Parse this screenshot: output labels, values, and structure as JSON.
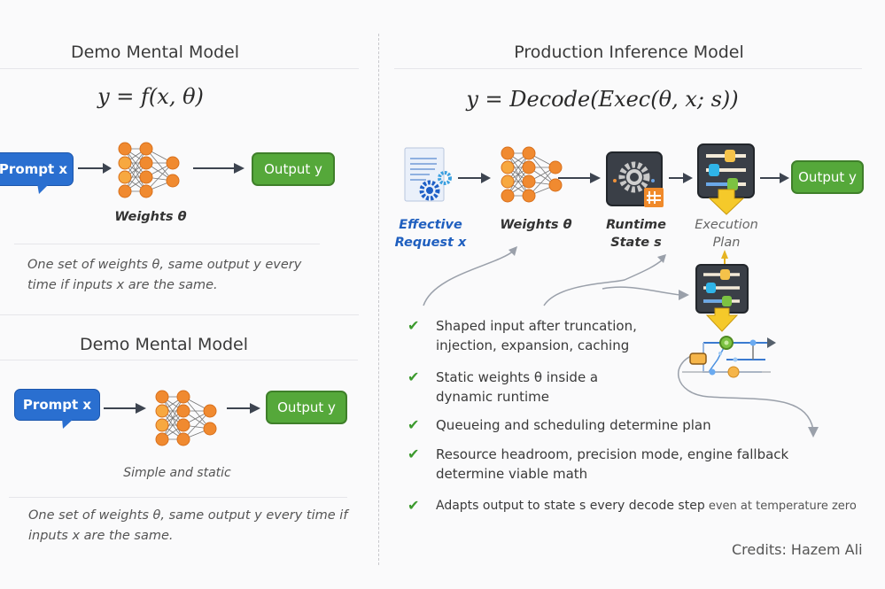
{
  "left": {
    "top_section": {
      "title": "Demo Mental Model",
      "formula": "y = f(x, θ)",
      "prompt_label": "Prompt x",
      "output_label": "Output  y",
      "weights_label": "Weights θ",
      "description": "One set of weights θ, same output y every time if inputs x are the same."
    },
    "bottom_section": {
      "title": "Demo Mental Model",
      "prompt_label": "Prompt  x",
      "output_label": "Output  y",
      "caption": "Simple and static",
      "description": "One set of weights θ, same output y every time if inputs x are the same."
    }
  },
  "right": {
    "title": "Production Inference Model",
    "formula": "y = Decode(Exec(θ, x; s))",
    "pipeline": [
      {
        "id": "effective-request",
        "label_line1": "Effective",
        "label_line2": "Request x",
        "icon": "document-gears-icon",
        "color": "#1f5fbf"
      },
      {
        "id": "weights",
        "label_line1": "Weights θ",
        "label_line2": "",
        "icon": "neural-network-icon",
        "color": "#333333"
      },
      {
        "id": "runtime-state",
        "label_line1": "Runtime",
        "label_line2": "State s",
        "icon": "gear-chip-icon",
        "color": "#333333"
      },
      {
        "id": "execution-plan",
        "label_line1": "Execution",
        "label_line2": "Plan",
        "icon": "sliders-icon",
        "color": "#666666"
      },
      {
        "id": "output",
        "label_line1": "Output y",
        "label_line2": "",
        "icon": "output-box",
        "color": "#ffffff"
      }
    ],
    "checklist": [
      {
        "line1": "Shaped input after truncation,",
        "line2": "injection, expansion, caching"
      },
      {
        "line1": "Static weights θ inside a",
        "line2": "dynamic runtime"
      },
      {
        "line1": "Queueing and scheduling determine plan",
        "line2": ""
      },
      {
        "line1": "Resource headroom, precision mode, engine fallback",
        "line2": "determine viable math"
      },
      {
        "line1": "Adapts output to state s every decode step",
        "line1_suffix": " even at temperature zero",
        "line2": ""
      }
    ],
    "credits": "Credits: Hazem Ali"
  },
  "colors": {
    "prompt_blue": "#2a6fd0",
    "output_green": "#55a83a",
    "node_orange": "#f0923a",
    "check_green": "#3c9a2e",
    "arrow_gray": "#3d4450",
    "panel_dark": "#3a3f47",
    "plan_yellow": "#f5c92a"
  }
}
